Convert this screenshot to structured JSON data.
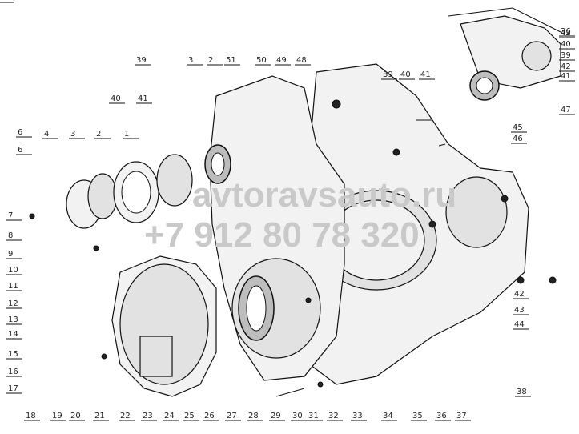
{
  "watermark": {
    "line1": "avtoravsauto.ru",
    "line2": "+7 912 80 78 320"
  },
  "labels": [
    "6",
    "6",
    "4",
    "3",
    "2",
    "1",
    "7",
    "8",
    "9",
    "10",
    "11",
    "12",
    "13",
    "14",
    "15",
    "16",
    "17",
    "18",
    "19",
    "20",
    "21",
    "22",
    "23",
    "24",
    "25",
    "26",
    "27",
    "28",
    "29",
    "30",
    "31",
    "32",
    "33",
    "34",
    "35",
    "36",
    "37",
    "38",
    "39",
    "40",
    "41",
    "42",
    "43",
    "44",
    "45",
    "46",
    "47",
    "48",
    "49",
    "50",
    "51",
    "2",
    "3",
    "39",
    "40",
    "41",
    "41",
    "40",
    "39",
    "42",
    "43",
    "36",
    "42",
    "43"
  ]
}
